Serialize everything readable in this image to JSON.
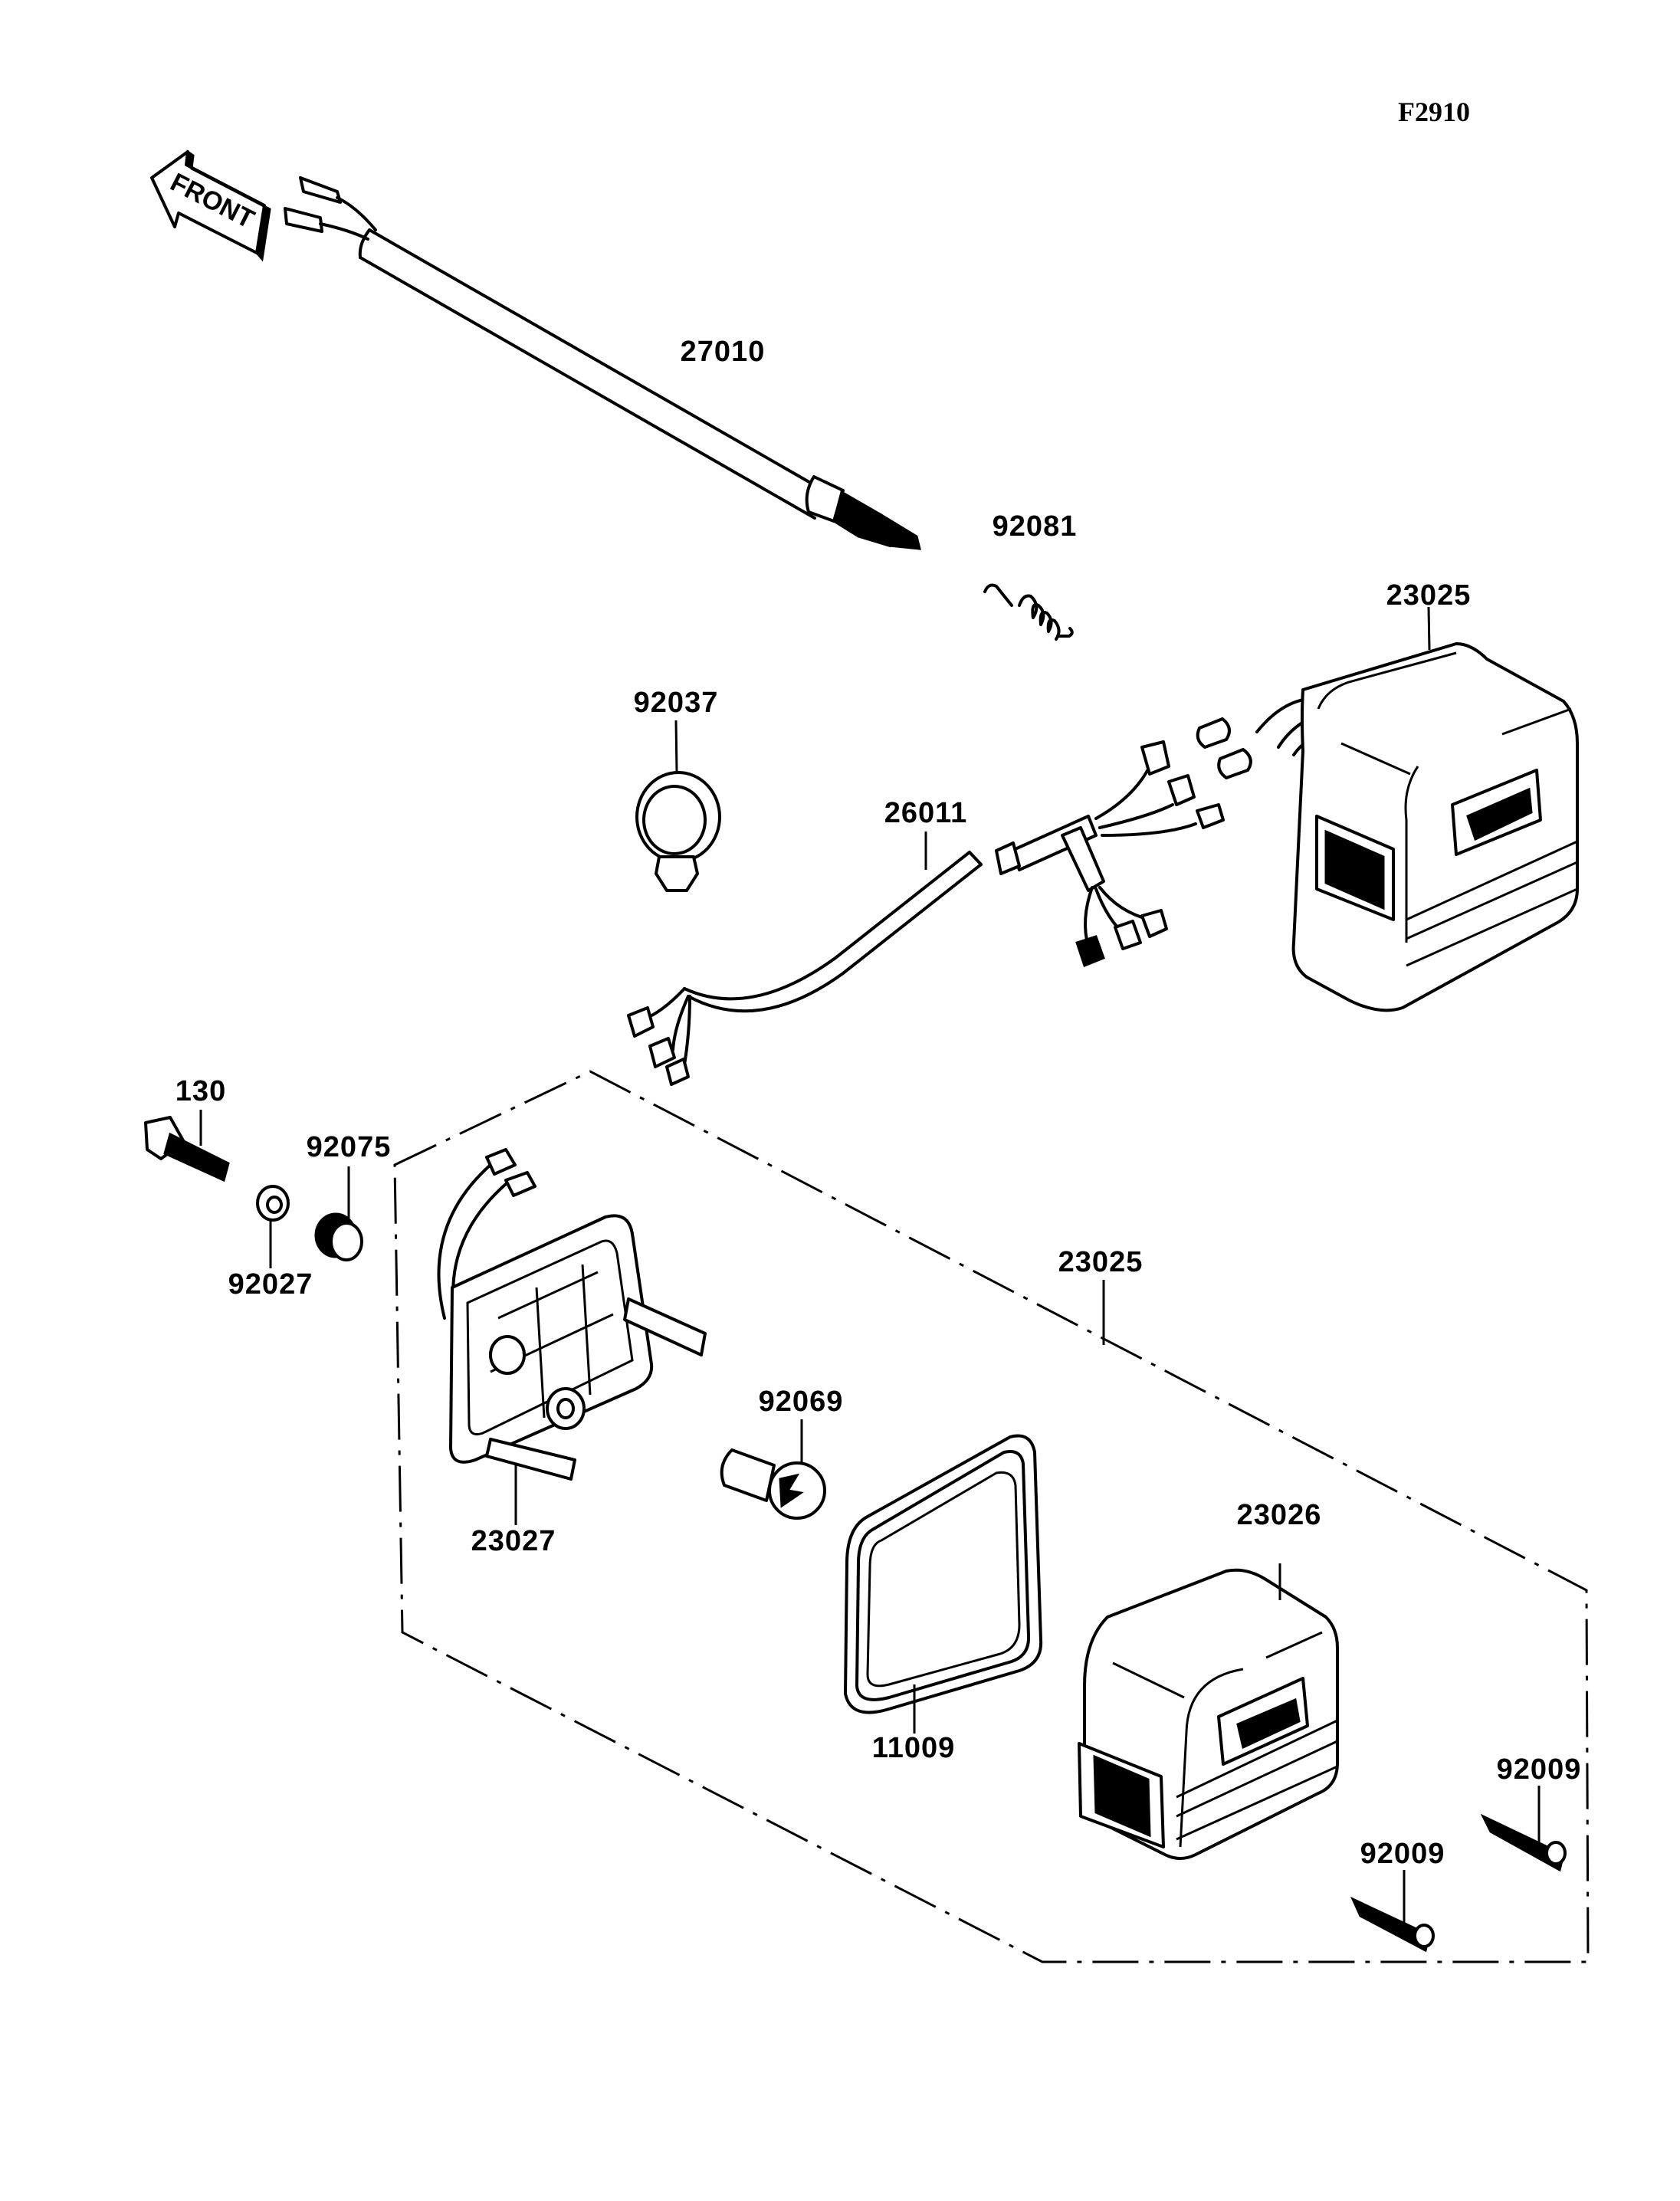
{
  "diagram": {
    "figure_code": "F2910",
    "direction_indicator": "FRONT",
    "background_color": "#ffffff",
    "line_color": "#000000",
    "parts": [
      {
        "id": "part-27010",
        "number": "27010",
        "description": "switch with cable"
      },
      {
        "id": "part-92081",
        "number": "92081",
        "description": "spring"
      },
      {
        "id": "part-23025-top",
        "number": "23025",
        "description": "tail/brake lamp assembly"
      },
      {
        "id": "part-92037",
        "number": "92037",
        "description": "clamp"
      },
      {
        "id": "part-26011",
        "number": "26011",
        "description": "wiring harness"
      },
      {
        "id": "part-130",
        "number": "130",
        "description": "bolt"
      },
      {
        "id": "part-92075",
        "number": "92075",
        "description": "damper"
      },
      {
        "id": "part-92027",
        "number": "92027",
        "description": "collar"
      },
      {
        "id": "part-23025-group",
        "number": "23025",
        "description": "lamp assembly group"
      },
      {
        "id": "part-92069",
        "number": "92069",
        "description": "bulb"
      },
      {
        "id": "part-23027",
        "number": "23027",
        "description": "lamp housing"
      },
      {
        "id": "part-23026",
        "number": "23026",
        "description": "lens"
      },
      {
        "id": "part-11009",
        "number": "11009",
        "description": "gasket"
      },
      {
        "id": "part-92009-a",
        "number": "92009",
        "description": "screw"
      },
      {
        "id": "part-92009-b",
        "number": "92009",
        "description": "screw"
      }
    ]
  }
}
